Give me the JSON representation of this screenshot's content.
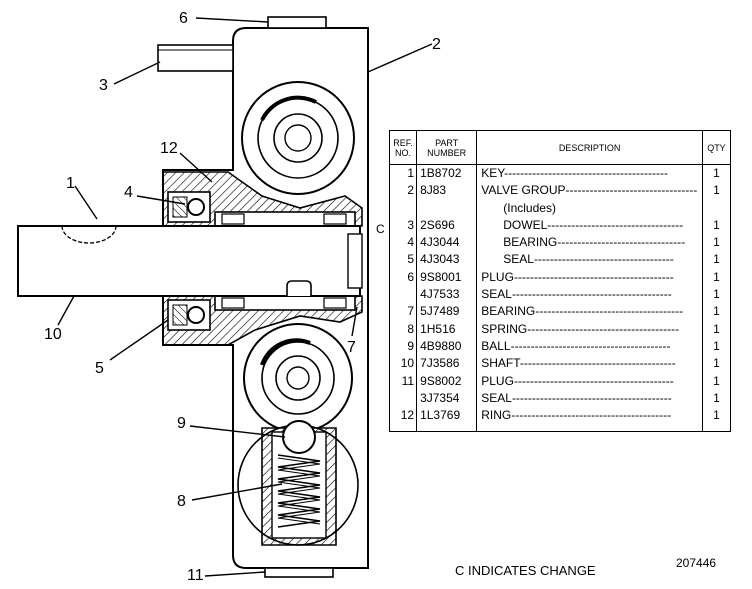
{
  "callouts": {
    "c1": "1",
    "c2": "2",
    "c3": "3",
    "c4": "4",
    "c5": "5",
    "c6": "6",
    "c7": "7",
    "c8": "8",
    "c9": "9",
    "c10": "10",
    "c11": "11",
    "c12": "12"
  },
  "table": {
    "headers": {
      "ref": "REF. NO.",
      "part": "PART NUMBER",
      "desc": "DESCRIPTION",
      "qty": "QTY"
    },
    "rows": [
      {
        "ref": "1",
        "part": "1B8702",
        "desc": "KEY",
        "qty": "1"
      },
      {
        "ref": "2",
        "part": "8J83",
        "desc": "VALVE GROUP",
        "qty": "1"
      },
      {
        "ref": "",
        "part": "",
        "desc": "(Includes)",
        "qty": ""
      },
      {
        "ref": "3",
        "part": "2S696",
        "desc": "DOWEL",
        "qty": "1"
      },
      {
        "ref": "4",
        "part": "4J3044",
        "desc": "BEARING",
        "qty": "1"
      },
      {
        "ref": "5",
        "part": "4J3043",
        "desc": "SEAL",
        "qty": "1"
      },
      {
        "ref": "6",
        "part": "9S8001",
        "desc": "PLUG",
        "qty": "1"
      },
      {
        "ref": "",
        "part": "4J7533",
        "desc": "SEAL",
        "qty": "1"
      },
      {
        "ref": "7",
        "part": "5J7489",
        "desc": "BEARING",
        "qty": "1"
      },
      {
        "ref": "8",
        "part": "1H516",
        "desc": "SPRING",
        "qty": "1"
      },
      {
        "ref": "9",
        "part": "4B9880",
        "desc": "BALL",
        "qty": "1"
      },
      {
        "ref": "10",
        "part": "7J3586",
        "desc": "SHAFT",
        "qty": "1"
      },
      {
        "ref": "11",
        "part": "9S8002",
        "desc": "PLUG",
        "qty": "1"
      },
      {
        "ref": "",
        "part": "3J7354",
        "desc": "SEAL",
        "qty": "1"
      },
      {
        "ref": "12",
        "part": "1L3769",
        "desc": "RING",
        "qty": "1"
      }
    ]
  },
  "change_mark": "C",
  "footnote": "C INDICATES CHANGE",
  "drawing_number": "207446"
}
